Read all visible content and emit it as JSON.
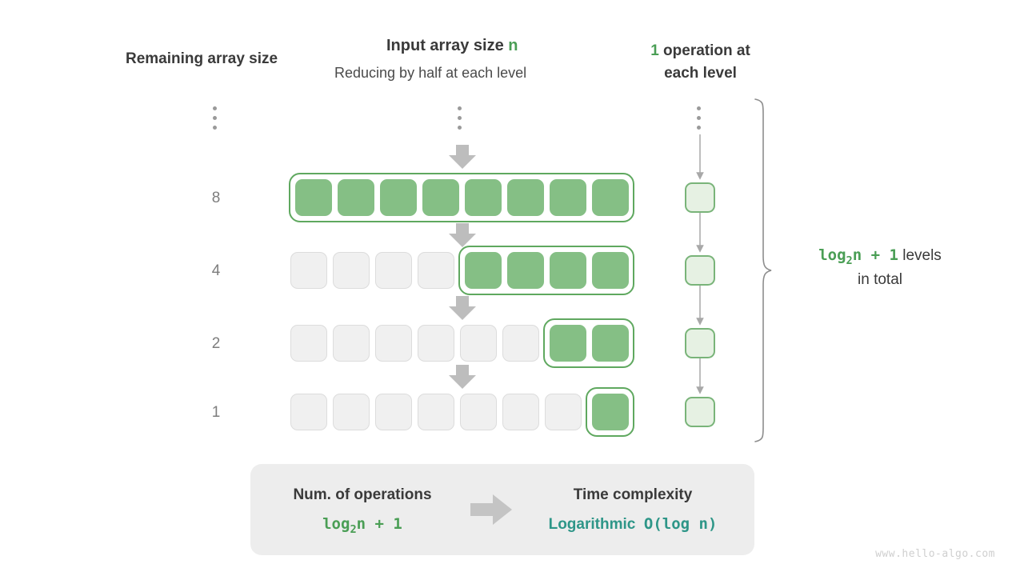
{
  "headers": {
    "left": "Remaining array size",
    "middle_title_prefix": "Input array size ",
    "middle_title_accent": "n",
    "middle_subtitle": "Reducing by half at each level",
    "right_accent": "1",
    "right_line1_rest": " operation at",
    "right_line2": "each level"
  },
  "rows": [
    {
      "label": "8",
      "cells": 8,
      "filled_from": 0,
      "filled_count": 8
    },
    {
      "label": "4",
      "cells": 8,
      "filled_from": 4,
      "filled_count": 4
    },
    {
      "label": "2",
      "cells": 8,
      "filled_from": 6,
      "filled_count": 2
    },
    {
      "label": "1",
      "cells": 8,
      "filled_from": 7,
      "filled_count": 1
    }
  ],
  "operation_boxes": [
    {
      "level": "8",
      "ops": "1"
    },
    {
      "level": "4",
      "ops": "1"
    },
    {
      "level": "2",
      "ops": "1"
    },
    {
      "level": "1",
      "ops": "1"
    }
  ],
  "annotation": {
    "formula_main": "log",
    "formula_sub": "2",
    "formula_rest": "n + 1",
    "text_line1": " levels",
    "text_line2": "in total"
  },
  "summary": {
    "left_title": "Num. of operations",
    "left_value_main": "log",
    "left_value_sub": "2",
    "left_value_rest": "n + 1",
    "right_title": "Time complexity",
    "right_value_word": "Logarithmic",
    "right_value_big_o": "O(log n)",
    "arrow_icon": "arrow-right-icon"
  },
  "watermark": "www.hello-algo.com",
  "colors": {
    "green_fill": "#85bf85",
    "green_border": "#5fa85f",
    "green_accent": "#4a9e55",
    "light_green_fill": "#e6f1e3",
    "teal": "#2e9688",
    "gray_cell": "#f0f0f0",
    "gray_arrow": "#bdbdbd",
    "summary_bg": "#ededed"
  },
  "ellipsis_marks": [
    "left-column",
    "array-column",
    "operation-column"
  ]
}
